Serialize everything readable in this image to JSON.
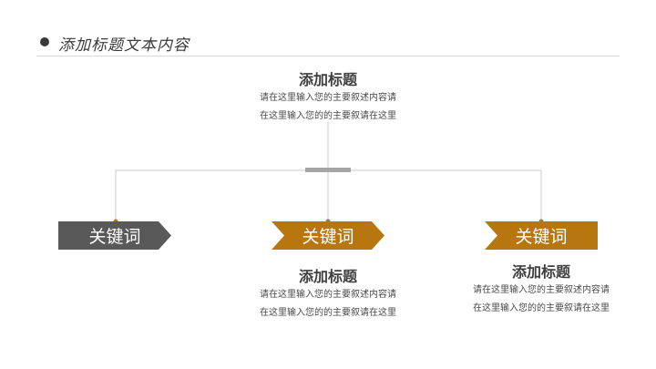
{
  "header": {
    "title": "添加标题文本内容"
  },
  "colors": {
    "gray": "#595959",
    "gold": "#B8770E",
    "line": "#cccccc"
  },
  "top_block": {
    "title": "添加标题",
    "line1": "请在这里输入您的主要叙述内容请",
    "line2": "在这里输入您的的主要叙请在这里"
  },
  "keywords": [
    {
      "label": "关键词"
    },
    {
      "label": "关键词"
    },
    {
      "label": "关键词"
    }
  ],
  "mid_block": {
    "title": "添加标题",
    "line1": "请在这里输入您的主要叙述内容请",
    "line2": "在这里输入您的的主要叙请在这里"
  },
  "right_block": {
    "title": "添加标题",
    "line1": "请在这里输入您的主要叙述内容请",
    "line2": "在这里输入您的的主要叙请在这里"
  }
}
